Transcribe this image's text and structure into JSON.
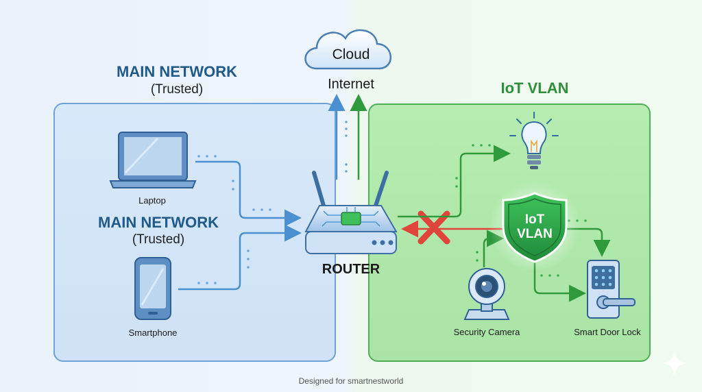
{
  "main_network": {
    "title": "MAIN NETWORK",
    "subtitle": "(Trusted)",
    "inner_title": "MAIN NETWORK",
    "inner_subtitle": "(Trusted)",
    "devices": [
      "Laptop",
      "Smartphone"
    ]
  },
  "internet": {
    "cloud_label": "Cloud",
    "label": "Internet"
  },
  "router": {
    "label": "ROUTER"
  },
  "iot_vlan": {
    "title": "IoT VLAN",
    "shield_label_line1": "IoT",
    "shield_label_line2": "VLAN",
    "devices": [
      "Security Camera",
      "Smart Door Lock"
    ]
  },
  "footer": {
    "text": "Designed for smartnestworld"
  },
  "colors": {
    "main_blue": "#1f5a8a",
    "iot_green": "#2f8f3a",
    "blocked_red": "#e0453b"
  }
}
